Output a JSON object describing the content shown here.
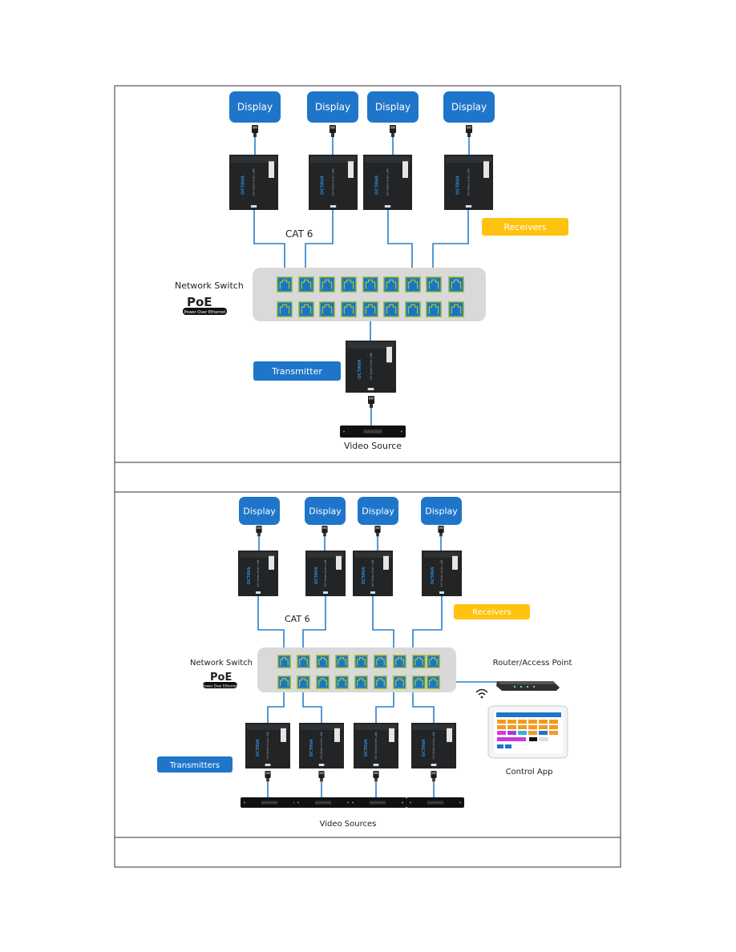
{
  "panel1": {
    "displays": [
      "Display",
      "Display",
      "Display",
      "Display"
    ],
    "cable_label": "CAT 6",
    "receivers_label": "Receivers",
    "switch_label": "Network Switch",
    "poe_label": "PoE",
    "poe_sub": "Power Over Ethernet",
    "transmitter_label": "Transmitter",
    "source_label": "Video Source"
  },
  "panel2": {
    "displays": [
      "Display",
      "Display",
      "Display",
      "Display"
    ],
    "cable_label": "CAT 6",
    "receivers_label": "Receivers",
    "switch_label": "Network Switch",
    "poe_label": "PoE",
    "poe_sub": "Power Over Ethernet",
    "router_label": "Router/Access Point",
    "app_label": "Control App",
    "transmitters_label": "Transmitters",
    "sources_label": "Video Sources"
  },
  "device": {
    "brand": "OCTAVA",
    "rx_model": "HD Video Over LAN",
    "tx_model": "HD Video Over LAN"
  },
  "colors": {
    "display_blue": "#1f75c9",
    "badge_yellow": "#ffc20e",
    "port_blue": "#1b76c2",
    "port_edge": "#a8c23a",
    "cable_blue": "#2a7fc9",
    "switch_gray": "#d9d9d9",
    "device_dark": "#222426"
  },
  "icons": {
    "display": "display-box",
    "receiver": "receiver-box",
    "transmitter": "transmitter-box",
    "hdmi_plug": "hdmi-plug-icon",
    "ethernet_port": "ethernet-port-icon",
    "video_source": "video-source-box",
    "router": "router-icon",
    "wifi": "wifi-icon",
    "tablet": "tablet-icon"
  }
}
